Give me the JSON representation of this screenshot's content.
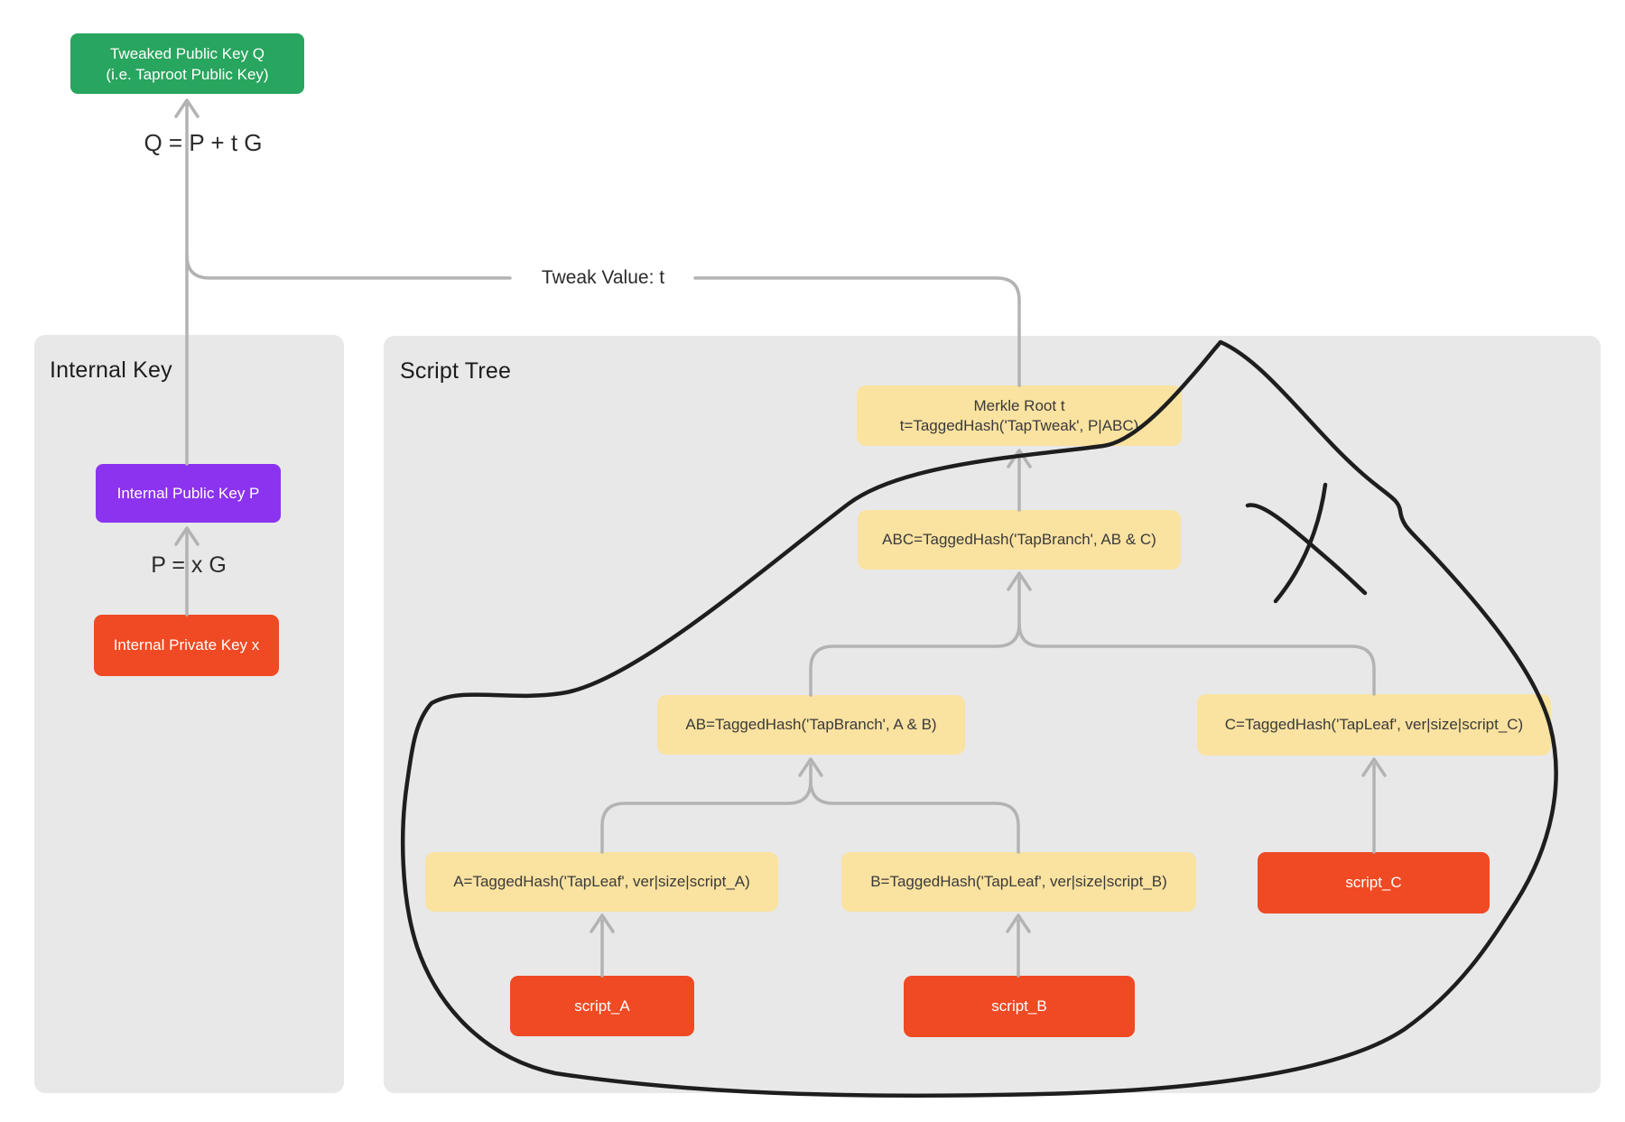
{
  "header": {
    "tweaked_public_key": {
      "line1": "Tweaked Public Key Q",
      "line2": "(i.e. Taproot Public Key)"
    },
    "formula_q": "Q = P + t G",
    "tweak_value_label": "Tweak Value: t"
  },
  "internal_key": {
    "title": "Internal Key",
    "public_key_label": "Internal Public Key P",
    "formula_p": "P = x G",
    "private_key_label": "Internal Private Key x"
  },
  "script_tree": {
    "title": "Script Tree",
    "merkle_root": {
      "line1": "Merkle Root t",
      "line2": "t=TaggedHash('TapTweak', P|ABC)"
    },
    "abc": "ABC=TaggedHash('TapBranch', AB & C)",
    "ab": "AB=TaggedHash('TapBranch', A & B)",
    "c": "C=TaggedHash('TapLeaf', ver|size|script_C)",
    "a": "A=TaggedHash('TapLeaf', ver|size|script_A)",
    "b": "B=TaggedHash('TapLeaf', ver|size|script_B)",
    "script_a": "script_A",
    "script_b": "script_B",
    "script_c": "script_C"
  },
  "annotations": {
    "doodle": "hand-drawn loop around script tree",
    "x_mark": "hand-drawn X mark"
  },
  "colors": {
    "green": "#28a55e",
    "purple": "#8c33f0",
    "orange": "#ef4a23",
    "yellow": "#fae2a0",
    "panel_gray": "#e8e8e8",
    "connector_gray": "#b3b3b3",
    "doodle_black": "#1e1e1e"
  }
}
